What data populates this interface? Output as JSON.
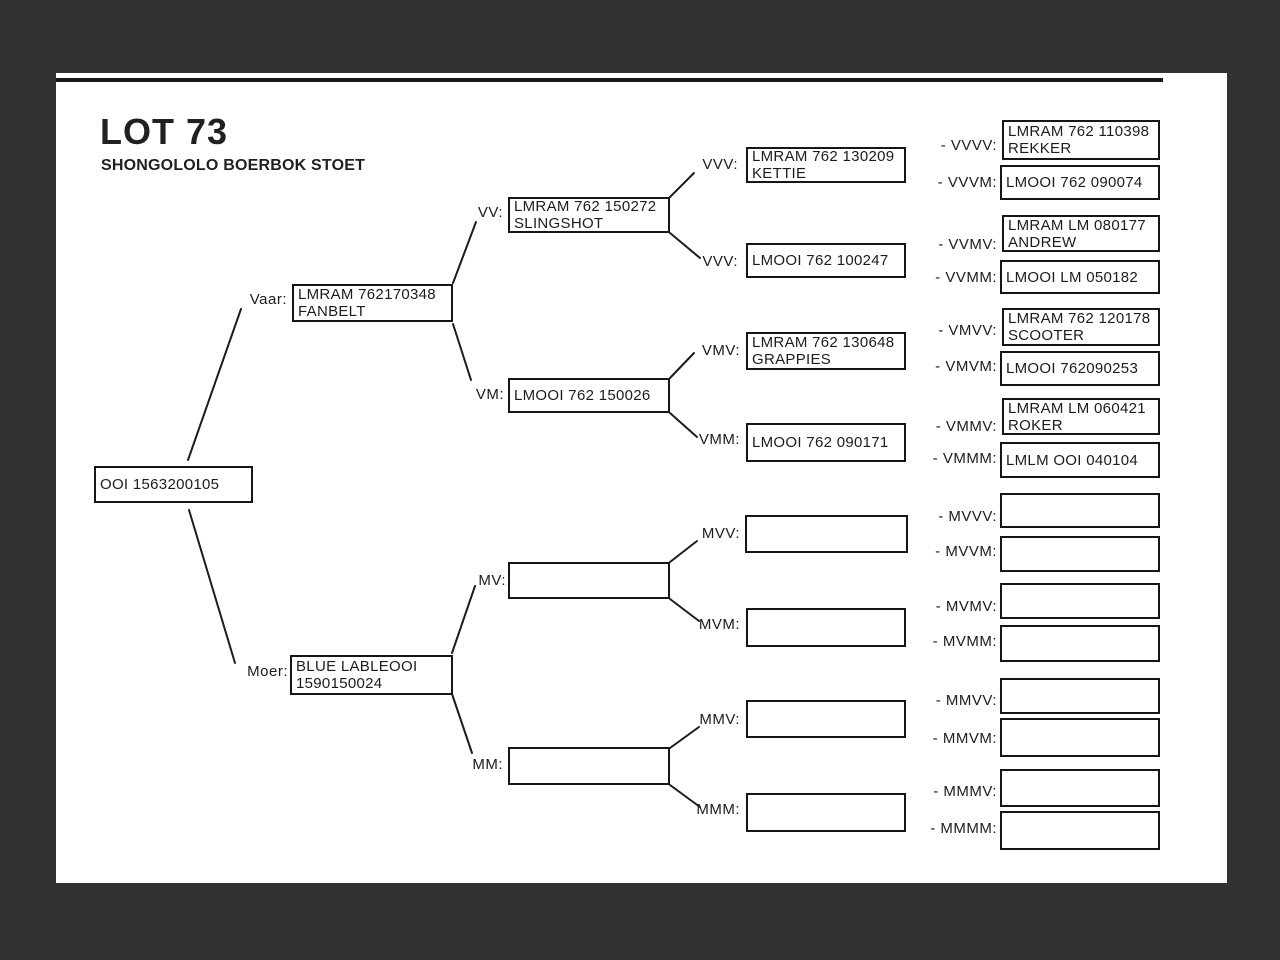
{
  "colors": {
    "background": "#323232",
    "page": "#ffffff",
    "ink": "#1a1a1a"
  },
  "page": {
    "title": "LOT 73",
    "subtitle": "SHONGOLOLO BOERBOK STOET"
  },
  "pedigree": {
    "root": {
      "line1": "OOI 1563200105"
    },
    "vaar": {
      "label": "Vaar:",
      "line1": "LMRAM 762170348",
      "line2": "FANBELT"
    },
    "moer": {
      "label": "Moer:",
      "line1": "BLUE LABLEOOI",
      "line2": "1590150024"
    },
    "vv": {
      "label": "VV:",
      "line1": "LMRAM 762 150272",
      "line2": "SLINGSHOT"
    },
    "vm": {
      "label": "VM:",
      "line1": "LMOOI 762 150026"
    },
    "mv": {
      "label": "MV:"
    },
    "mm": {
      "label": "MM:"
    },
    "vvv1": {
      "label": "VVV:",
      "line1": "LMRAM 762 130209",
      "line2": "KETTIE"
    },
    "vvv2": {
      "label": "VVV:",
      "line1": "LMOOI 762 100247"
    },
    "vmv": {
      "label": "VMV:",
      "line1": "LMRAM 762 130648",
      "line2": "GRAPPIES"
    },
    "vmm": {
      "label": "VMM:",
      "line1": "LMOOI 762 090171"
    },
    "mvv": {
      "label": "MVV:"
    },
    "mvm": {
      "label": "MVM:"
    },
    "mmv": {
      "label": "MMV:"
    },
    "mmm": {
      "label": "MMM:"
    },
    "vvvv": {
      "label": "- VVVV:",
      "line1": "LMRAM 762 110398",
      "line2": "REKKER"
    },
    "vvvm": {
      "label": "- VVVM:",
      "line1": "LMOOI 762 090074"
    },
    "vvmv": {
      "label": "- VVMV:",
      "line1": "LMRAM LM 080177",
      "line2": "ANDREW"
    },
    "vvmm": {
      "label": "- VVMM:",
      "line1": "LMOOI LM 050182"
    },
    "vmvv": {
      "label": "- VMVV:",
      "line1": "LMRAM 762 120178",
      "line2": "SCOOTER"
    },
    "vmvm": {
      "label": "- VMVM:",
      "line1": "LMOOI 762090253"
    },
    "vmmv": {
      "label": "- VMMV:",
      "line1": "LMRAM LM 060421",
      "line2": "ROKER"
    },
    "vmmm": {
      "label": "- VMMM:",
      "line1": "LMLM OOI 040104"
    },
    "mvvv": {
      "label": "- MVVV:"
    },
    "mvvm": {
      "label": "- MVVM:"
    },
    "mvmv": {
      "label": "- MVMV:"
    },
    "mvmm": {
      "label": "- MVMM:"
    },
    "mmvv": {
      "label": "- MMVV:"
    },
    "mmvm": {
      "label": "- MMVM:"
    },
    "mmmv": {
      "label": "- MMMV:"
    },
    "mmmm": {
      "label": "- MMMM:"
    }
  }
}
